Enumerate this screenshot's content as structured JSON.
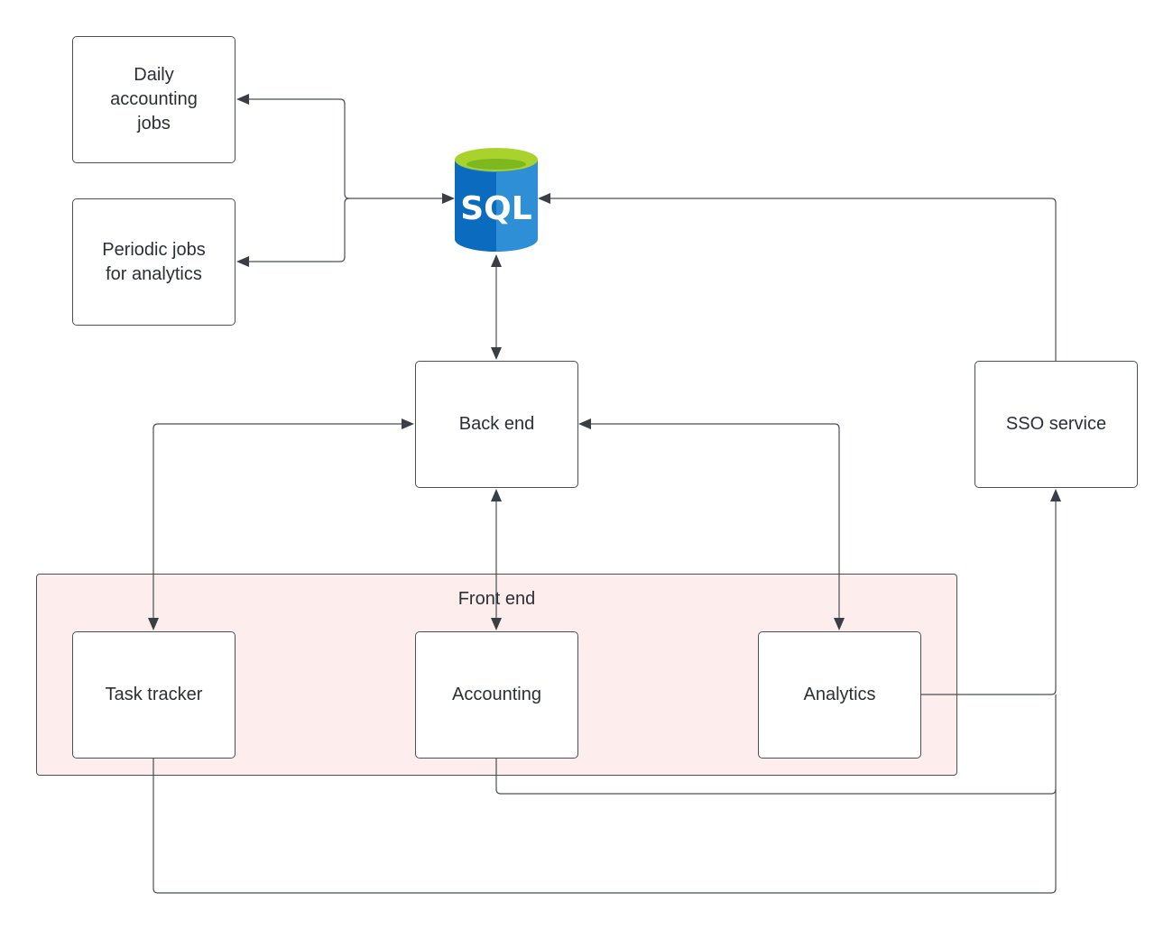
{
  "diagram": {
    "nodes": {
      "daily_jobs": "Daily\naccounting\njobs",
      "periodic_jobs": "Periodic jobs\nfor analytics",
      "back_end": "Back end",
      "sso_service": "SSO service",
      "task_tracker": "Task tracker",
      "accounting": "Accounting",
      "analytics": "Analytics"
    },
    "group": {
      "label": "Front end"
    },
    "database": {
      "label": "SQL",
      "icon": "sql-database-icon"
    },
    "colors": {
      "group_fill": "#fdeeed",
      "db_blue_dark": "#0a6bbf",
      "db_blue_light": "#2e8ed6",
      "db_top_green": "#a9d22c",
      "db_top_green_inner": "#7cb81e",
      "line": "#4a4f57"
    }
  }
}
